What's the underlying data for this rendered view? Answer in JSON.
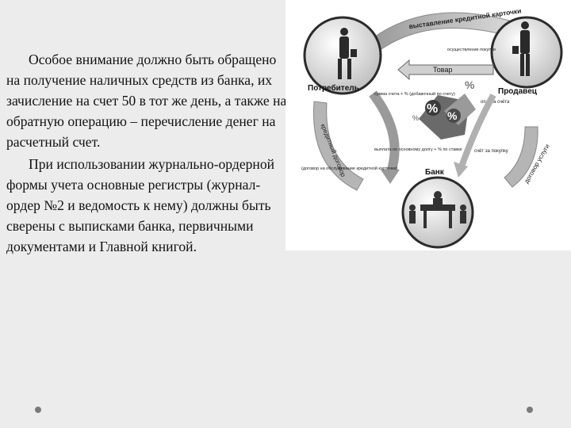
{
  "text": {
    "paragraph1": "Особое внимание должно быть обращено на получение наличных средств из банка, их зачисление на счет 50 в тот же день, а также на обратную операцию – перечисление денег на расчетный счет.",
    "paragraph2": "При использовании журнально-ордерной формы учета основные регистры (журнал-ордер №2 и ведомость к нему) должны быть сверены с выписками банка, первичными документами и Главной книгой."
  },
  "diagram": {
    "top_arc": "выставление кредитной карточки",
    "consumer": "Потребитель",
    "seller": "Продавец",
    "bank": "Банк",
    "goods": "Товар",
    "payment_note": "осуществление покупки",
    "left_arc": "кредитный договор",
    "right_arc": "договор услуги",
    "agreement": "(договор на обслуживание кредитной карточки)",
    "sum_note": "сумма счета + % (добавочный по счету)",
    "payout": "выплата по основному долгу + % по ставке",
    "invoice": "оплата счёта",
    "bill": "счёт за покупку"
  },
  "colors": {
    "background": "#ececec",
    "text": "#111111",
    "diagram_dark": "#3a3a3a",
    "diagram_mid": "#8a8a8a",
    "diagram_light": "#c8c8c8"
  }
}
